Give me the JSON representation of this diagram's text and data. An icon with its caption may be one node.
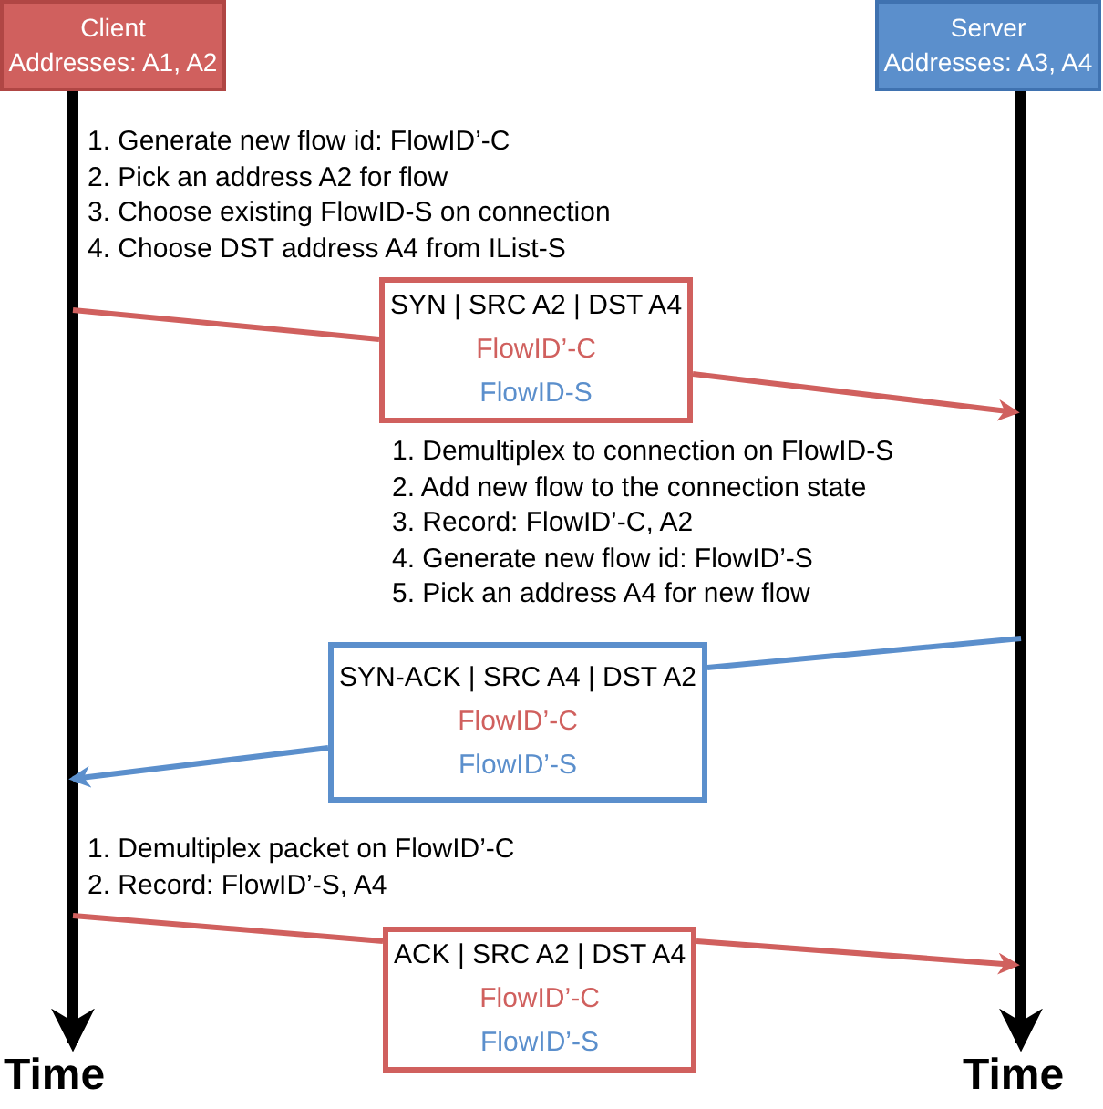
{
  "diagram": {
    "nodes": [
      {
        "text": [
          "Client",
          "Addresses: A1, A2"
        ]
      },
      {
        "text": [
          "Server",
          "Addresses: A3, A4"
        ]
      },
      {
        "text": [
          "Time"
        ]
      },
      {
        "text": [
          "Time"
        ]
      },
      {
        "text": [
          "SYN | SRC A2 | DST A4",
          "FlowID’-C",
          "FlowID-S"
        ]
      },
      {
        "text": [
          "SYN-ACK | SRC A4 | DST A2",
          "FlowID’-C",
          "FlowID’-S"
        ]
      },
      {
        "text": [
          "ACK | SRC A2 | DST A4",
          "FlowID’-C",
          "FlowID’-S"
        ]
      }
    ],
    "edges": [
      {
        "from": 0,
        "to": 2,
        "arrow": "to",
        "style": "thick",
        "color": "#000000"
      },
      {
        "from": 1,
        "to": 3,
        "arrow": "to",
        "style": "thick",
        "color": "#000000"
      },
      {
        "from": null,
        "to": 4,
        "arrow": "none",
        "color": "#d0605e"
      },
      {
        "from": 4,
        "to": null,
        "arrow": "to",
        "color": "#d0605e"
      },
      {
        "from": null,
        "to": 5,
        "arrow": "none",
        "color": "#5b8fcc"
      },
      {
        "from": 5,
        "to": null,
        "arrow": "to",
        "color": "#5b8fcc"
      },
      {
        "from": null,
        "to": 6,
        "arrow": "none",
        "color": "#d0605e"
      },
      {
        "from": 6,
        "to": null,
        "arrow": "to",
        "color": "#d0605e"
      }
    ],
    "labels": [
      "1. Generate new flow id: FlowID’-C",
      "2. Pick an address A2 for flow",
      "3. Choose existing FlowID-S on connection",
      "4. Choose DST address A4 from IList-S",
      "1. Demultiplex to connection on FlowID-S",
      "2. Add new flow to the connection state",
      "3. Record: FlowID’-C, A2",
      "4. Generate new flow id: FlowID’-S",
      "5. Pick an address A4 for new flow",
      "1. Demultiplex packet on FlowID’-C",
      "2. Record: FlowID’-S, A4"
    ]
  }
}
